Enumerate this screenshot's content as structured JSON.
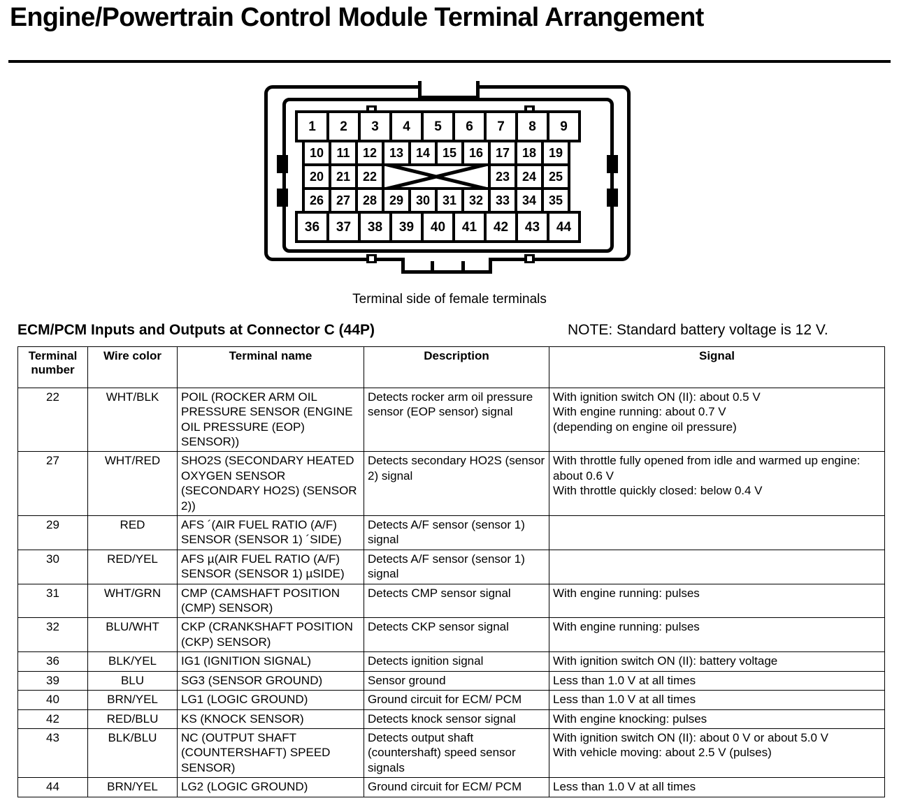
{
  "title": "Engine/Powertrain Control Module Terminal Arrangement",
  "connector": {
    "caption": "Terminal side of female terminals",
    "rows": [
      {
        "pins": [
          "1",
          "2",
          "3",
          "4",
          "5",
          "6",
          "7",
          "8",
          "9"
        ]
      },
      {
        "pins": [
          "10",
          "11",
          "12",
          "13",
          "14",
          "15",
          "16",
          "17",
          "18",
          "19"
        ]
      },
      {
        "pins": [
          "20",
          "21",
          "22"
        ],
        "gap": "x-crossed-blank",
        "pins_right": [
          "23",
          "24",
          "25"
        ]
      },
      {
        "pins": [
          "26",
          "27",
          "28",
          "29",
          "30",
          "31",
          "32",
          "33",
          "34",
          "35"
        ]
      },
      {
        "pins": [
          "36",
          "37",
          "38",
          "39",
          "40",
          "41",
          "42",
          "43",
          "44"
        ]
      }
    ]
  },
  "section": {
    "heading": "ECM/PCM Inputs and Outputs at Connector C (44P)",
    "note": "NOTE: Standard battery voltage is 12 V."
  },
  "table": {
    "headers": {
      "terminal_number_line1": "Terminal",
      "terminal_number_line2": "number",
      "wire_color": "Wire color",
      "terminal_name": "Terminal name",
      "description": "Description",
      "signal": "Signal"
    },
    "rows": [
      {
        "terminal": "22",
        "wire": "WHT/BLK",
        "name": "POIL (ROCKER ARM OIL PRESSURE SENSOR (ENGINE OIL PRESSURE (EOP) SENSOR))",
        "description": "Detects rocker arm oil pressure sensor (EOP sensor) signal",
        "signal": "With ignition switch ON (II): about 0.5 V\nWith engine running: about 0.7 V\n(depending on engine oil pressure)"
      },
      {
        "terminal": "27",
        "wire": "WHT/RED",
        "name": "SHO2S (SECONDARY HEATED OXYGEN SENSOR (SECONDARY HO2S) (SENSOR 2))",
        "description": "Detects secondary HO2S (sensor 2) signal",
        "signal": "With throttle fully opened from idle and warmed up engine: about 0.6 V\nWith throttle quickly closed: below 0.4 V"
      },
      {
        "terminal": "29",
        "wire": "RED",
        "name": "AFS   ´(AIR FUEL RATIO (A/F) SENSOR (SENSOR 1) ´SIDE)",
        "description": "Detects A/F sensor (sensor 1) signal",
        "signal": ""
      },
      {
        "terminal": "30",
        "wire": "RED/YEL",
        "name": "AFS   µ(AIR FUEL RATIO (A/F) SENSOR (SENSOR 1) µSIDE)",
        "description": "Detects A/F sensor (sensor 1) signal",
        "signal": ""
      },
      {
        "terminal": "31",
        "wire": "WHT/GRN",
        "name": "CMP (CAMSHAFT POSITION (CMP) SENSOR)",
        "description": "Detects CMP sensor signal",
        "signal": "With engine running: pulses"
      },
      {
        "terminal": "32",
        "wire": "BLU/WHT",
        "name": "CKP (CRANKSHAFT POSITION (CKP) SENSOR)",
        "description": "Detects CKP sensor signal",
        "signal": "With engine running: pulses"
      },
      {
        "terminal": "36",
        "wire": "BLK/YEL",
        "name": "IG1 (IGNITION SIGNAL)",
        "description": "Detects ignition signal",
        "signal": "With ignition switch ON (II): battery voltage"
      },
      {
        "terminal": "39",
        "wire": "BLU",
        "name": "SG3 (SENSOR GROUND)",
        "description": "Sensor ground",
        "signal": "Less than 1.0 V at all times"
      },
      {
        "terminal": "40",
        "wire": "BRN/YEL",
        "name": "LG1 (LOGIC GROUND)",
        "description": "Ground circuit for ECM/ PCM",
        "signal": "Less than 1.0 V at all times"
      },
      {
        "terminal": "42",
        "wire": "RED/BLU",
        "name": "KS (KNOCK SENSOR)",
        "description": "Detects knock sensor signal",
        "signal": "With engine knocking: pulses"
      },
      {
        "terminal": "43",
        "wire": "BLK/BLU",
        "name": "NC (OUTPUT SHAFT (COUNTERSHAFT) SPEED SENSOR)",
        "description": "Detects output shaft (countershaft) speed sensor signals",
        "signal": "With ignition switch ON (II): about 0 V or about 5.0 V\nWith vehicle moving: about 2.5 V (pulses)"
      },
      {
        "terminal": "44",
        "wire": "BRN/YEL",
        "name": "LG2 (LOGIC GROUND)",
        "description": "Ground circuit for ECM/ PCM",
        "signal": "Less than 1.0 V at all times"
      }
    ]
  }
}
